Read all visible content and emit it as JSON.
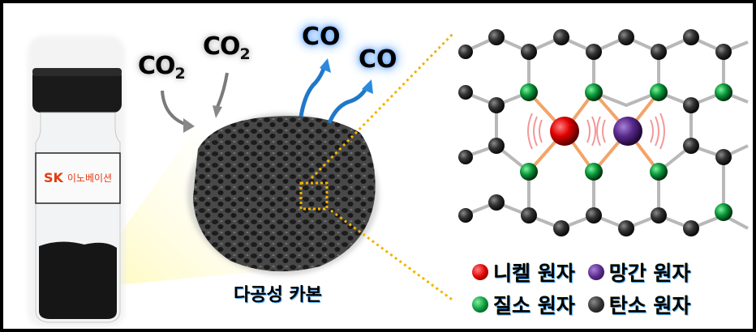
{
  "figure": {
    "description": "CO2 to CO conversion on porous carbon with Ni-Mn dual atom catalyst",
    "colors": {
      "frame": "#000000",
      "background": "#ffffff",
      "zoom_dots": "#f2b300",
      "co2_arrow": "#808080",
      "co_arrow": "#1f78c8",
      "co_glow": "#6aaeff",
      "nickel": "#e00000",
      "manganese": "#5a2a8c",
      "nitrogen": "#0a9a3a",
      "carbon": "#333333",
      "bond": "#f2a46a",
      "vibration": "#f08080",
      "light_cone": "#fff7a8"
    }
  },
  "vial": {
    "label_brand": "SK",
    "label_text": "이노베이션"
  },
  "reaction": {
    "inputs": [
      {
        "base": "CO",
        "sub": "2"
      },
      {
        "base": "CO",
        "sub": "2"
      }
    ],
    "outputs": [
      "CO",
      "CO"
    ]
  },
  "material": {
    "caption": "다공성 카본"
  },
  "legend": {
    "items": [
      {
        "label": "니켈 원자",
        "color": "#e00000"
      },
      {
        "label": "망간 원자",
        "color": "#5a2a8c"
      },
      {
        "label": "질소 원자",
        "color": "#0a9a3a"
      },
      {
        "label": "탄소 원자",
        "color": "#333333"
      }
    ]
  }
}
